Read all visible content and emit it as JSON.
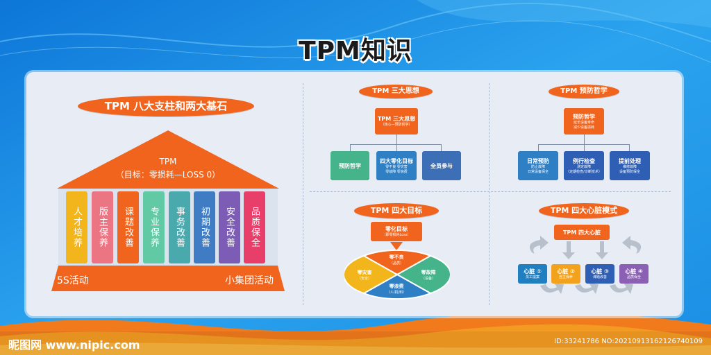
{
  "title": "TPM知识",
  "pillars": {
    "header": "TPM  八大支柱和两大基石",
    "roof_title": "TPM",
    "roof_subtitle": "（目标：零损耗—LOSS 0）",
    "items": [
      "人才培养",
      "版主保养",
      "课题改善",
      "专业保养",
      "事务改善",
      "初期改善",
      "安全改善",
      "品质保全"
    ],
    "colors": [
      "#f2b51c",
      "#ec7584",
      "#f0641e",
      "#61c9a4",
      "#4aa9ad",
      "#3f7cc4",
      "#7c5cb4",
      "#e83f6a"
    ],
    "base_left": "5S活动",
    "base_right": "小集团活动"
  },
  "three_ideas": {
    "header": "TPM  三大思想",
    "root_title": "TPM  三大思想",
    "root_sub": "（核心—预防哲学）",
    "children": [
      {
        "title": "预防哲学",
        "sub": ""
      },
      {
        "title": "四大零化目标",
        "sub1": "零不良    零灾害",
        "sub2": "零故障    零浪费"
      },
      {
        "title": "全员参与",
        "sub": ""
      }
    ]
  },
  "prevention": {
    "header": "TPM  预防哲学",
    "root_title": "预防哲学",
    "root_sub1": "延长设备寿命",
    "root_sub2": "减少设备损耗",
    "children": [
      {
        "title": "日常预防",
        "sub1": "防止故障",
        "sub2": "日常设备保全"
      },
      {
        "title": "例行检查",
        "sub1": "测定故障",
        "sub2": "（定期检查/诊断技术）"
      },
      {
        "title": "提前处理",
        "sub1": "维修故障",
        "sub2": "设备预防保全"
      }
    ]
  },
  "four_goals": {
    "header": "TPM  四大目标",
    "root_title": "零化目标",
    "root_sub": "（即零损耗Loss）",
    "quadrants": [
      {
        "title": "零不良",
        "sub": "（品质）"
      },
      {
        "title": "零故障",
        "sub": "（设备）"
      },
      {
        "title": "零浪费",
        "sub": "（人/机/料）"
      },
      {
        "title": "零灾害",
        "sub": "（安全）"
      }
    ]
  },
  "four_hearts": {
    "header": "TPM  四大心脏模式",
    "root_title": "TPM  四大心脏",
    "items": [
      {
        "title": "心脏 ①",
        "sub": "员工提案"
      },
      {
        "title": "心脏 ②",
        "sub": "自主保养"
      },
      {
        "title": "心脏 ③",
        "sub": "课题改善"
      },
      {
        "title": "心脏 ④",
        "sub": "品质保全"
      }
    ],
    "colors": [
      "#1f7fc0",
      "#f2a21c",
      "#2f5fb4",
      "#8a5fb4"
    ]
  },
  "watermark": {
    "left": "昵图网 www.nipic.com",
    "right": "ID:33241786 NO:20210913162126740109"
  }
}
